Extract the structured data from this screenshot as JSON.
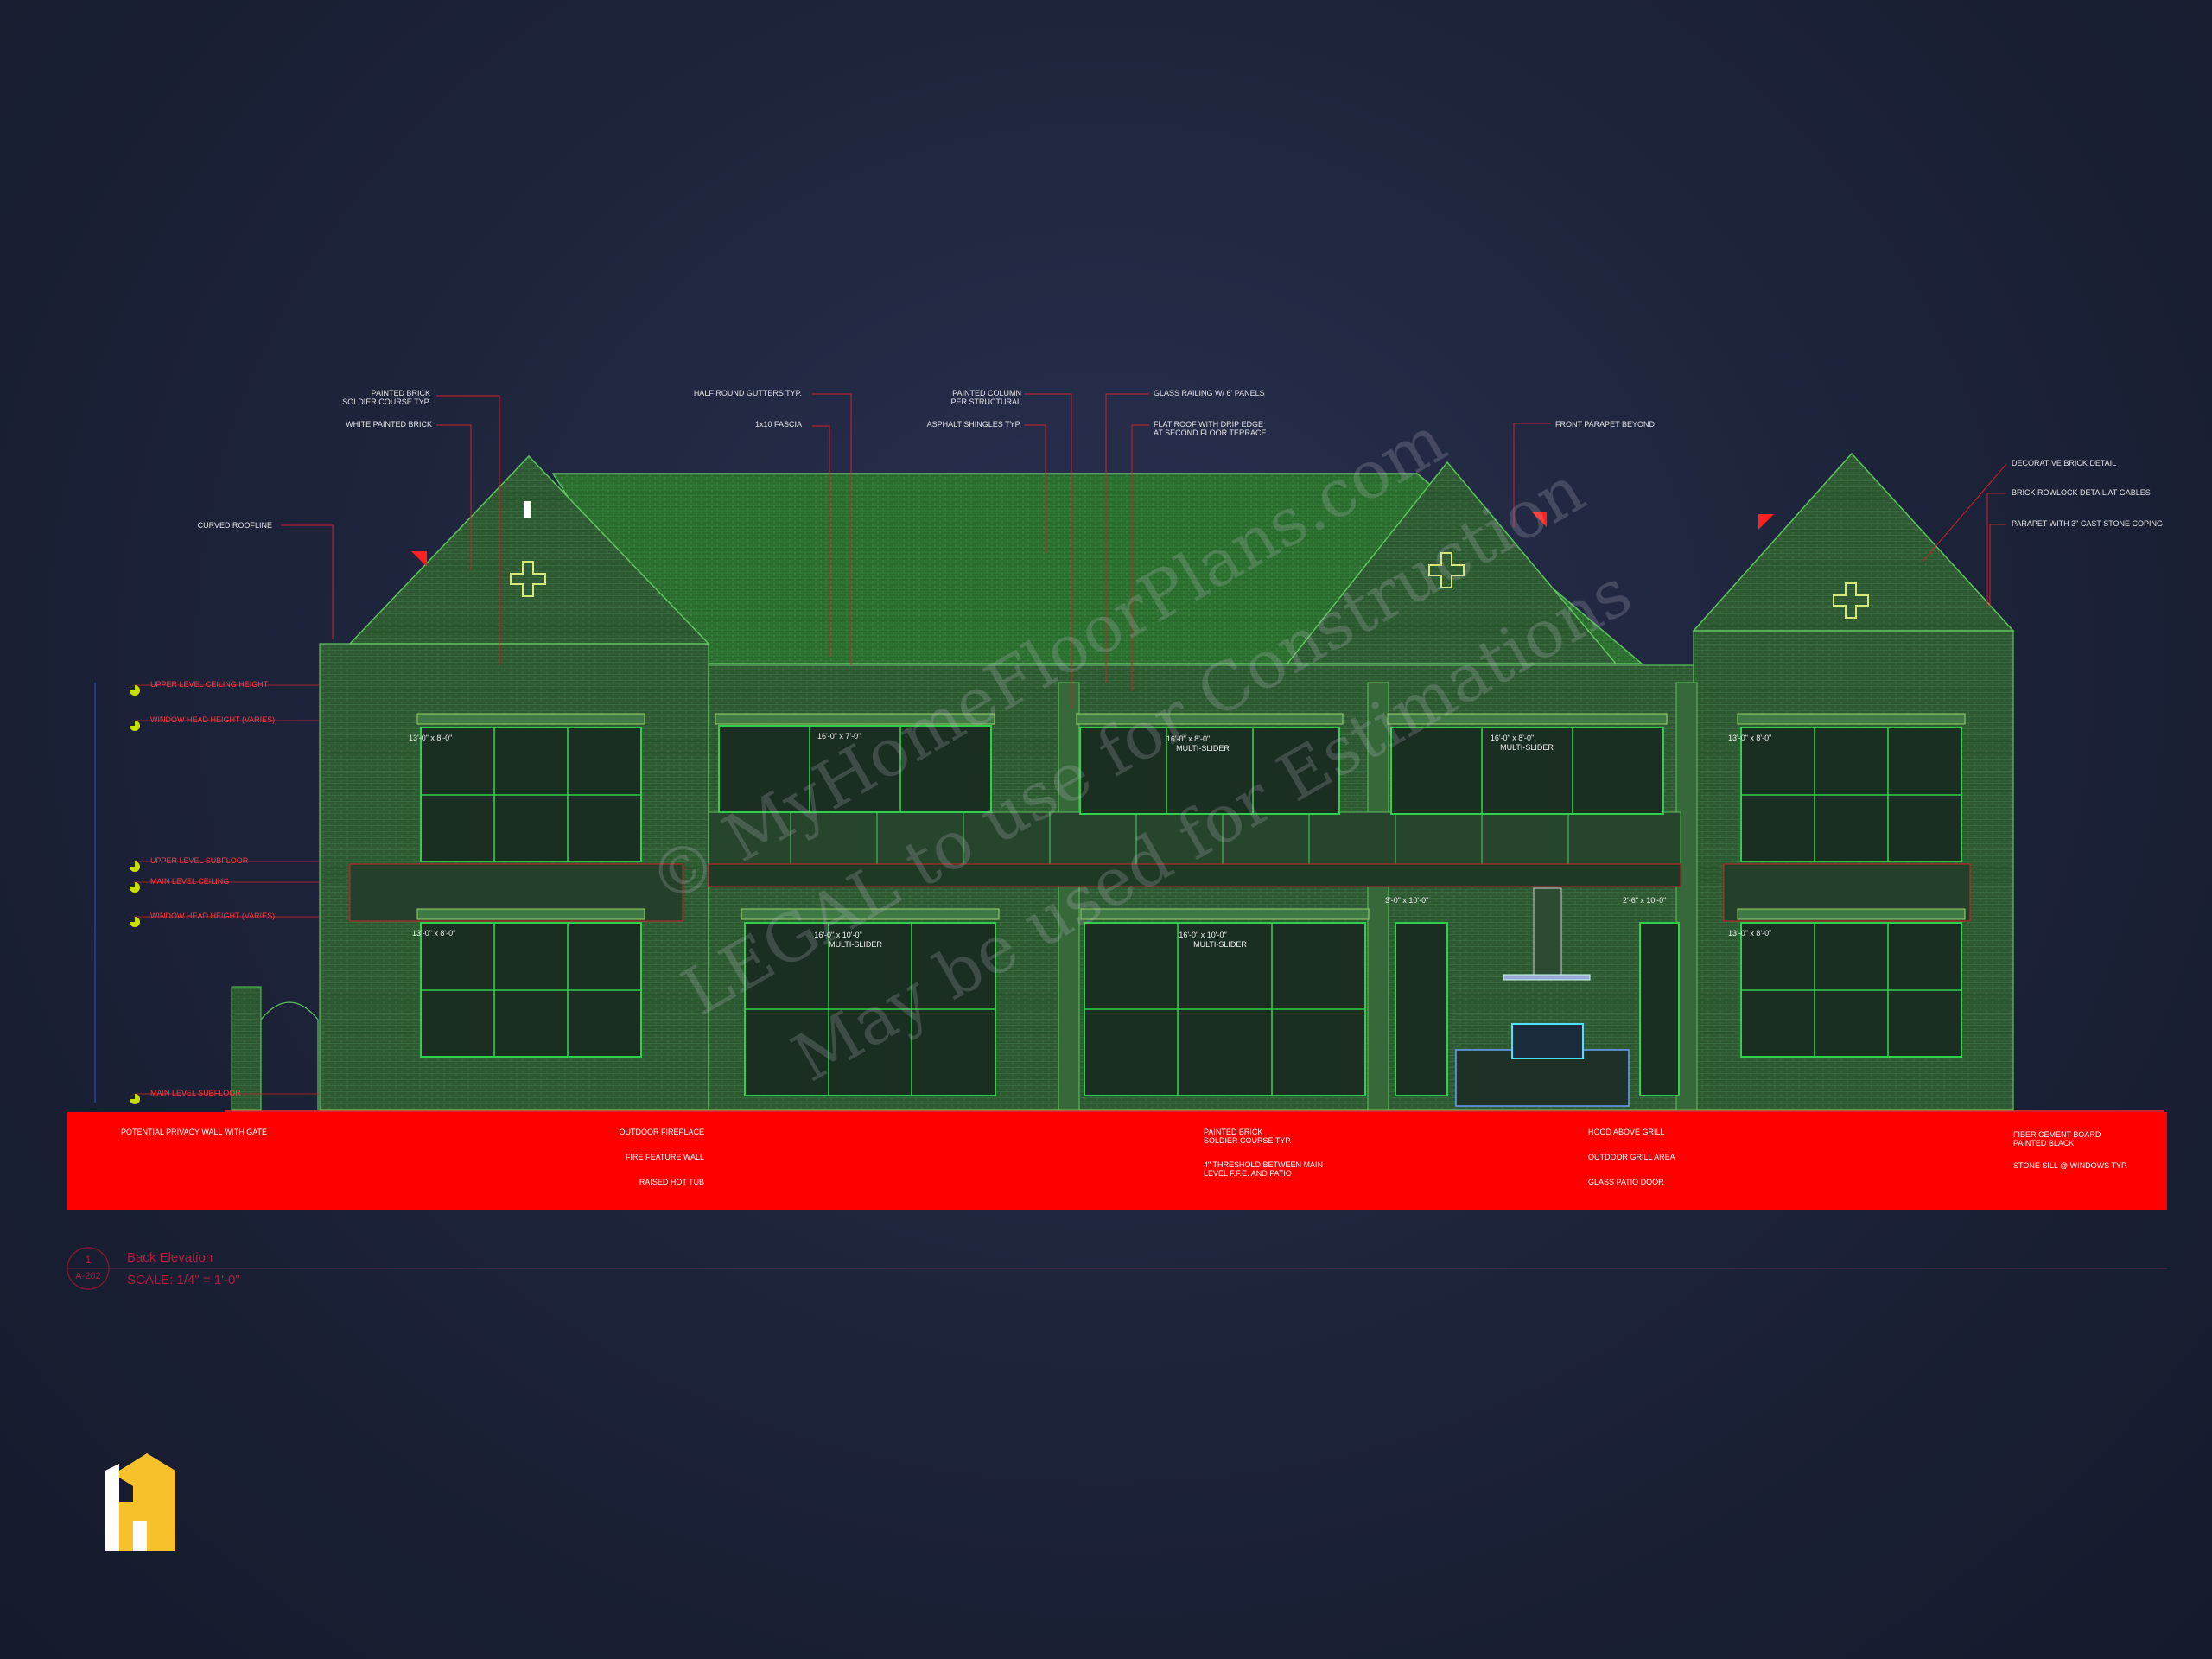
{
  "callouts_top": [
    {
      "id": "c1",
      "text": [
        "PAINTED BRICK",
        "SOLDIER COURSE TYP."
      ]
    },
    {
      "id": "c2",
      "text": [
        "WHITE PAINTED BRICK"
      ]
    },
    {
      "id": "c3",
      "text": [
        "HALF ROUND GUTTERS TYP."
      ]
    },
    {
      "id": "c4",
      "text": [
        "1x10 FASCIA"
      ]
    },
    {
      "id": "c5",
      "text": [
        "PAINTED COLUMN",
        "PER STRUCTURAL"
      ]
    },
    {
      "id": "c6",
      "text": [
        "ASPHALT SHINGLES TYP."
      ]
    },
    {
      "id": "c7",
      "text": [
        "GLASS RAILING W/ 6' PANELS"
      ]
    },
    {
      "id": "c8",
      "text": [
        "FLAT ROOF WITH DRIP EDGE",
        "AT SECOND FLOOR TERRACE"
      ]
    },
    {
      "id": "c9",
      "text": [
        "FRONT PARAPET BEYOND"
      ]
    },
    {
      "id": "c10",
      "text": [
        "CURVED ROOFLINE"
      ]
    },
    {
      "id": "c11",
      "text": [
        "DECORATIVE BRICK DETAIL"
      ]
    },
    {
      "id": "c12",
      "text": [
        "BRICK ROWLOCK DETAIL AT GABLES"
      ]
    },
    {
      "id": "c13",
      "text": [
        "PARAPET WITH 3\" CAST STONE COPING"
      ]
    }
  ],
  "levels": [
    {
      "text": "UPPER LEVEL CEILING HEIGHT"
    },
    {
      "text": "WINDOW HEAD HEIGHT (VARIES)"
    },
    {
      "text": "UPPER LEVEL SUBFLOOR"
    },
    {
      "text": "MAIN LEVEL CEILING"
    },
    {
      "text": "WINDOW HEAD HEIGHT (VARIES)"
    },
    {
      "text": "MAIN LEVEL SUBFLOOR"
    }
  ],
  "window_tags": [
    {
      "text": [
        "13'-0\" x 8'-0\""
      ]
    },
    {
      "text": [
        "16'-0\" x 7'-0\""
      ]
    },
    {
      "text": [
        "16'-0\" x 8'-0\"",
        "MULTI-SLIDER"
      ]
    },
    {
      "text": [
        "16'-0\" x 8'-0\"",
        "MULTI-SLIDER"
      ]
    },
    {
      "text": [
        "13'-0\" x 8'-0\""
      ]
    },
    {
      "text": [
        "13'-0\" x 8'-0\""
      ]
    },
    {
      "text": [
        "16'-0\" x 10'-0\"",
        "MULTI-SLIDER"
      ]
    },
    {
      "text": [
        "16'-0\" x 10'-0\"",
        "MULTI-SLIDER"
      ]
    },
    {
      "text": [
        "3'-0\" x 10'-0\""
      ]
    },
    {
      "text": [
        "2'-6\" x 10'-0\""
      ]
    },
    {
      "text": [
        "13'-0\" x 8'-0\""
      ]
    }
  ],
  "band_labels": [
    {
      "text": [
        "POTENTIAL PRIVACY WALL WITH GATE"
      ]
    },
    {
      "text": [
        "OUTDOOR FIREPLACE"
      ]
    },
    {
      "text": [
        "FIRE FEATURE WALL"
      ]
    },
    {
      "text": [
        "RAISED HOT TUB"
      ]
    },
    {
      "text": [
        "PAINTED BRICK",
        "SOLDIER COURSE TYP."
      ]
    },
    {
      "text": [
        "4\" THRESHOLD BETWEEN MAIN",
        "LEVEL F.F.E. AND PATIO"
      ]
    },
    {
      "text": [
        "HOOD ABOVE GRILL"
      ]
    },
    {
      "text": [
        "OUTDOOR GRILL AREA"
      ]
    },
    {
      "text": [
        "GLASS PATIO DOOR"
      ]
    },
    {
      "text": [
        "FIBER CEMENT BOARD",
        "PAINTED BLACK"
      ]
    },
    {
      "text": [
        "STONE SILL @ WINDOWS TYP."
      ]
    }
  ],
  "title_block": {
    "number": "1",
    "sheet": "A-202",
    "name": "Back Elevation",
    "scale": "SCALE: 1/4\" = 1'-0\""
  },
  "watermark": {
    "line1": "© MyHomeFloorPlans.com",
    "line2": "LEGAL to use for Construction",
    "line3": "May be used for Estimations"
  },
  "colors": {
    "brick": "#2e5a32",
    "roof": "#2c6a2e",
    "accent": "#ff0000",
    "leader": "#d3202c",
    "window": "#22c43a",
    "logo": "#f6c12b"
  }
}
